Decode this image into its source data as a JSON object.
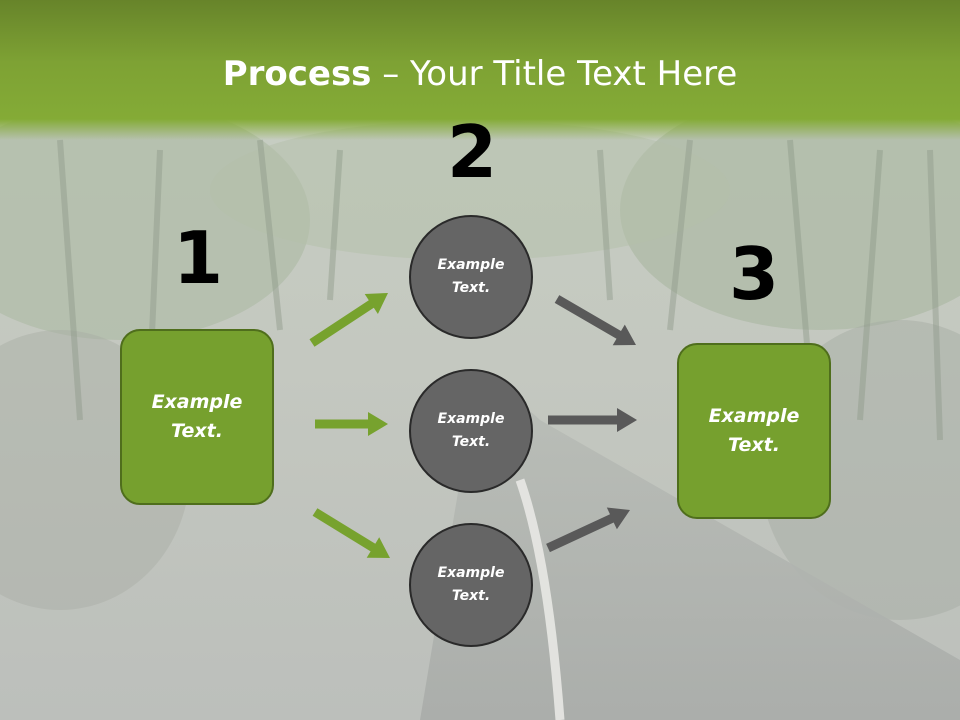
{
  "title": {
    "strong": "Process",
    "rest": " – Your Title Text Here"
  },
  "steps": [
    {
      "number": "1",
      "text": "Example Text."
    },
    {
      "number": "2",
      "text": "Example Text."
    },
    {
      "number": "3",
      "text": "Example Text."
    }
  ],
  "circles": [
    {
      "text": "Example Text."
    },
    {
      "text": "Example Text."
    },
    {
      "text": "Example Text."
    }
  ],
  "colors": {
    "header_green": "#7ea234",
    "box_green": "#76a02e",
    "box_border": "#4f6e1c",
    "circle_gray": "#656565",
    "arrow_green": "#77a22e",
    "arrow_gray": "#595959"
  }
}
